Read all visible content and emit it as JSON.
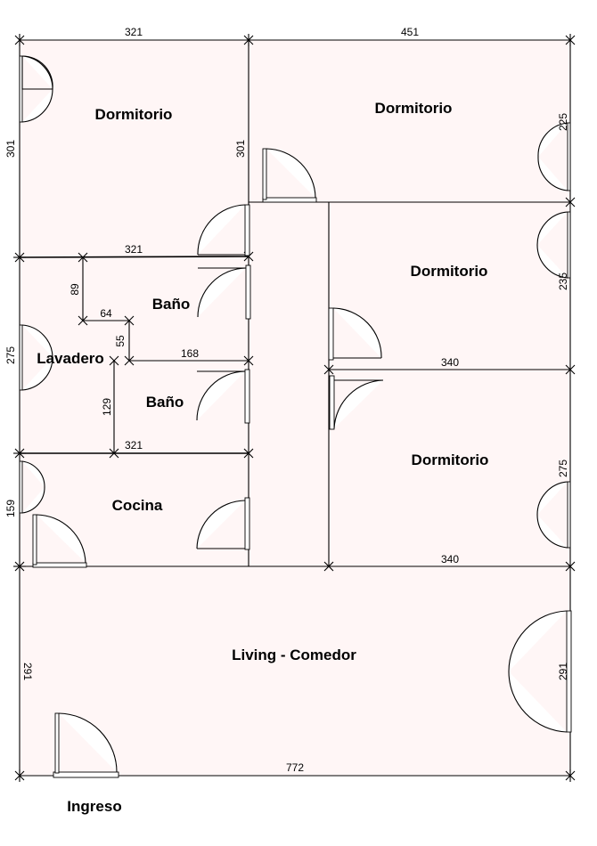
{
  "rooms": {
    "dormitorio_1": "Dormitorio",
    "dormitorio_2": "Dormitorio",
    "dormitorio_3": "Dormitorio",
    "dormitorio_4": "Dormitorio",
    "bano_1": "Baño",
    "bano_2": "Baño",
    "lavadero": "Lavadero",
    "cocina": "Cocina",
    "living": "Living - Comedor",
    "ingreso": "Ingreso"
  },
  "dimensions": {
    "top_left_width": "321",
    "top_right_width": "451",
    "left_dorm_height": "301",
    "mid_dorm_height": "301",
    "right_dorm_height": "225",
    "bano_wall_width": "321",
    "bano_offset_v": "89",
    "bano_offset_h": "64",
    "bano_step_v": "55",
    "bano_lower_width": "168",
    "lavadero_height": "275",
    "bano2_height": "129",
    "cocina_wall_width": "321",
    "dorm3_height": "235",
    "dorm_wall_width": "340",
    "dorm4_height": "275",
    "cocina_height": "159",
    "living_top_width": "340",
    "living_left_height": "291",
    "living_right_height": "291",
    "total_width": "772"
  }
}
